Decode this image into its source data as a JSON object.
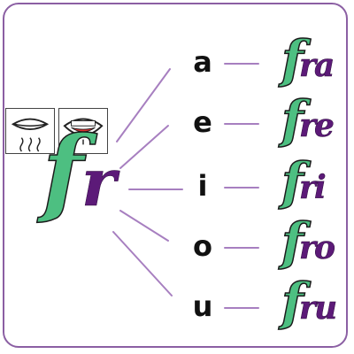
{
  "colors": {
    "border": "#8b5fa3",
    "line": "#a77fc0",
    "green": "#4dbf81",
    "purple": "#5c1a78"
  },
  "pictograms": {
    "left": {
      "icon": "closed-lips-icon"
    },
    "right": {
      "icon": "open-mouth-tongue-icon"
    }
  },
  "main": {
    "f": "f",
    "r": "r"
  },
  "rows": [
    {
      "vowel": "a",
      "f": "f",
      "rest": "ra"
    },
    {
      "vowel": "e",
      "f": "f",
      "rest": "re"
    },
    {
      "vowel": "i",
      "f": "f",
      "rest": "ri"
    },
    {
      "vowel": "o",
      "f": "f",
      "rest": "ro"
    },
    {
      "vowel": "u",
      "f": "f",
      "rest": "ru"
    }
  ]
}
